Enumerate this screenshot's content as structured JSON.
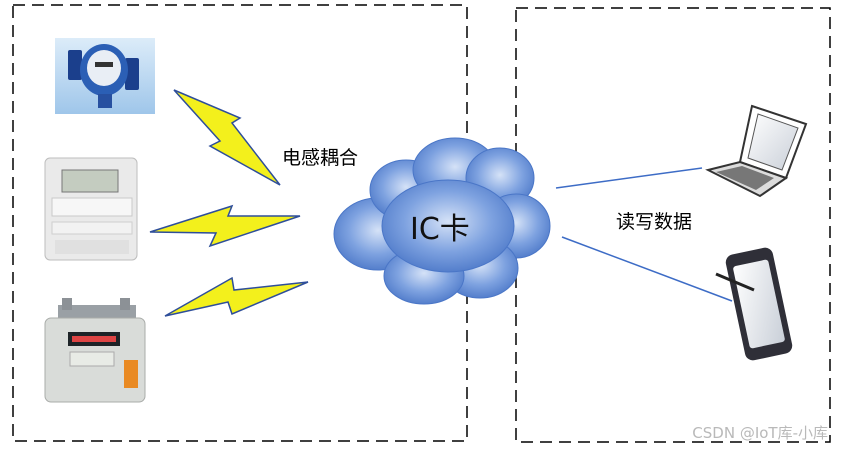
{
  "coupling_label": "电感耦合",
  "ic_card_label": "IC卡",
  "read_write_label": "读写数据",
  "watermark": "CSDN @IoT库-小库",
  "devices": {
    "left": [
      "water-meter",
      "electricity-meter",
      "gas-meter"
    ],
    "right": [
      "laptop",
      "tablet-with-stylus"
    ]
  },
  "colors": {
    "cloud": "#5a86d2",
    "lightning_fill": "#f3f01c",
    "lightning_stroke": "#2e4e9a",
    "connector": "#3d6cc6",
    "border": "#000000"
  }
}
